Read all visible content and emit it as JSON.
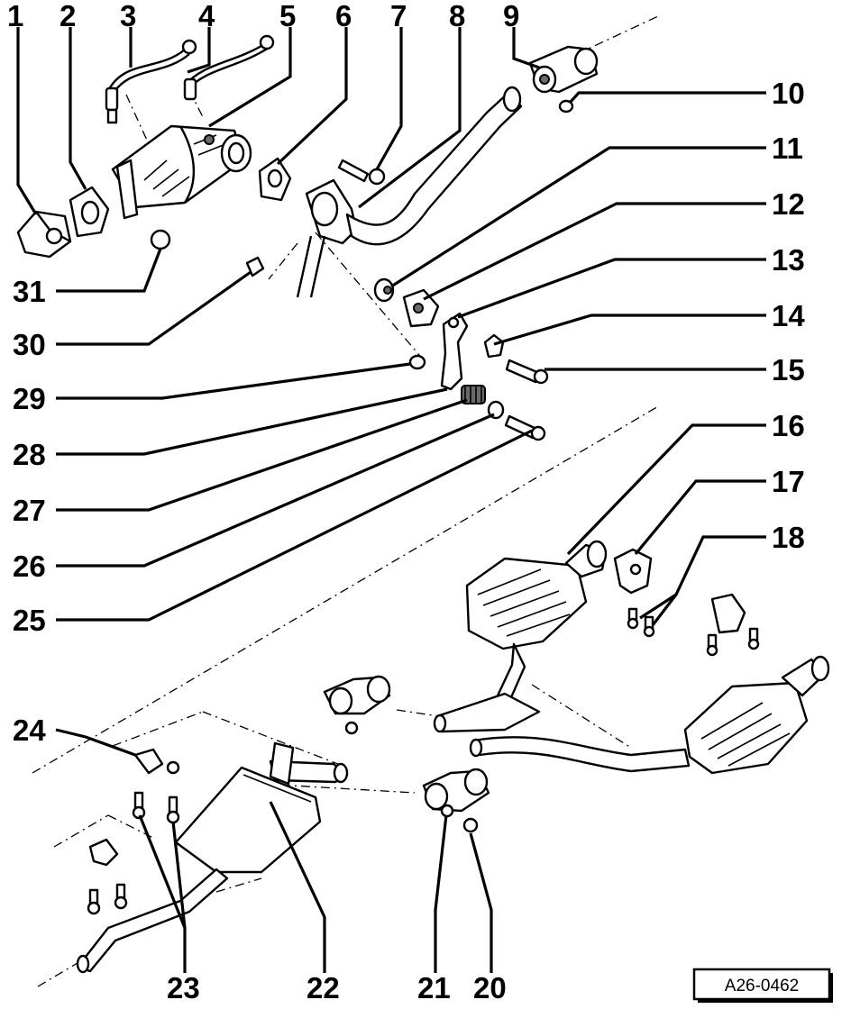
{
  "labels": {
    "n1": "1",
    "n2": "2",
    "n3": "3",
    "n4": "4",
    "n5": "5",
    "n6": "6",
    "n7": "7",
    "n8": "8",
    "n9": "9",
    "n10": "10",
    "n11": "11",
    "n12": "12",
    "n13": "13",
    "n14": "14",
    "n15": "15",
    "n16": "16",
    "n17": "17",
    "n18": "18",
    "n20": "20",
    "n21": "21",
    "n22": "22",
    "n23": "23",
    "n24": "24",
    "n25": "25",
    "n26": "26",
    "n27": "27",
    "n28": "28",
    "n29": "29",
    "n30": "30",
    "n31": "31"
  },
  "reference_code": "A26-0462"
}
